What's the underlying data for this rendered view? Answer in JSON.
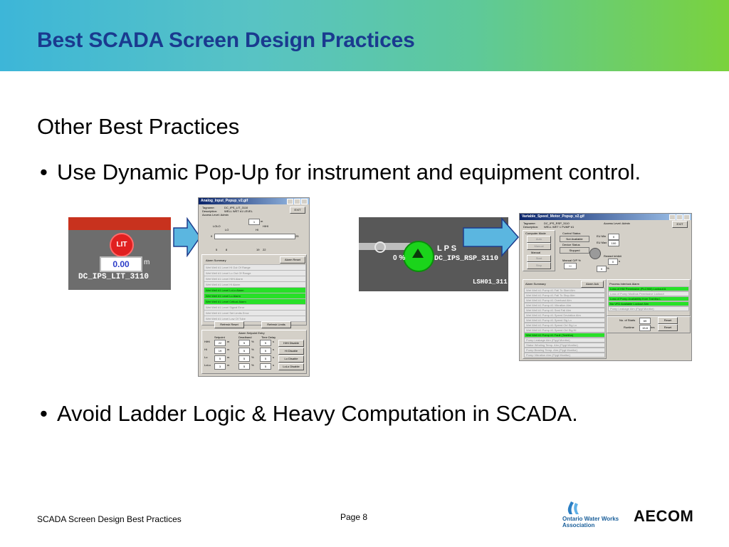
{
  "slide": {
    "title": "Best SCADA Screen Design Practices",
    "subtitle": "Other Best Practices",
    "bullets": [
      "Use Dynamic Pop-Up for instrument and equipment control.",
      "Avoid Ladder Logic & Heavy Computation in SCADA."
    ],
    "bullet_char": "•"
  },
  "thumb_analog": {
    "badge": "LIT",
    "value": "0.00",
    "unit": "m",
    "tag": "DC_IPS_LIT_3110"
  },
  "thumb_pump": {
    "label": "L P S",
    "percent": "0 %",
    "tag": "DC_IPS_RSP_3110",
    "tag2": "LSH01_311"
  },
  "popup_analog": {
    "title": "Analog_Input_Popup_v2.gif",
    "tagname_label": "Tagname:",
    "tagname": "DC_IPS_LIT_3110",
    "description_label": "Description:",
    "description": "WELL WET #1 LEVEL",
    "access_level": "Access Level: Admin",
    "exit": "EXIT",
    "units": "m",
    "lolo": "LOLO",
    "lo": "LO",
    "hi": "HI",
    "hihi": "HIHI",
    "scale_min": "0",
    "scale_max": "25",
    "marks": [
      "5",
      "8",
      "19",
      "22"
    ],
    "value": "1",
    "alarm_summary": "Alarm Summary",
    "alarm_reset": "Alarm Reset",
    "alarms": [
      {
        "text": "Wet Well #1 Level Hi Out Of Range",
        "active": false
      },
      {
        "text": "Wet Well #1 Level Lo Out Of Range",
        "active": false
      },
      {
        "text": "Wet Well #1 Level HiHi Alarm",
        "active": false
      },
      {
        "text": "Wet Well #1 Level Hi Alarm",
        "active": false
      },
      {
        "text": "Wet Well #1 Level LoLo Alarm",
        "active": true
      },
      {
        "text": "Wet Well #1 Level Lo Alarm",
        "active": true
      },
      {
        "text": "Wet Well #1 Level Critical Alarm",
        "active": true
      },
      {
        "text": "Wet Well #1 Level Signal Error",
        "active": false
      },
      {
        "text": "Wet Well #1 Level Set Limits Error",
        "active": false
      },
      {
        "text": "Wet Well #1 Level Low Of Tube",
        "active": false
      }
    ],
    "refresh_reset": "Refresh Reset",
    "refresh_limits": "Refresh Limits",
    "setpoint_entry": "Alarm Setpoint Entry",
    "col_setpoint": "Setpoint",
    "col_deadband": "Deadband",
    "col_delay": "Time Delay",
    "setpoints": [
      {
        "name": "HiHi",
        "sp": "22",
        "db": "5",
        "td": "5",
        "btn": "HiHi Disable"
      },
      {
        "name": "Hi",
        "sp": "19",
        "db": "5",
        "td": "5",
        "btn": "Hi Disable"
      },
      {
        "name": "Lo",
        "sp": "5",
        "db": "5",
        "td": "5",
        "btn": "Lo Disable"
      },
      {
        "name": "LoLo",
        "sp": "3",
        "db": "5",
        "td": "5",
        "btn": "LoLo Disable"
      }
    ],
    "unit_m": "m",
    "unit_pct": "%",
    "unit_s": "s"
  },
  "popup_motor": {
    "title": "Variable_Speed_Motor_Popup_v2.gif",
    "tagname_label": "Tagname:",
    "tagname": "DC_IPS_RSP_3110",
    "description_label": "Description:",
    "description": "WELL WET 1 PUMP #1",
    "access_level": "Access Level: Admin",
    "exit": "EXIT",
    "computer_mode": "Computer Mode",
    "auto": "Auto",
    "manual_btn": "Manual",
    "manual": "Manual",
    "start": "Start",
    "stop": "Stop",
    "control_status": "Control Status",
    "not_available": "Not Available",
    "device_status": "Device Status",
    "stopped": "Stopped",
    "manual_op": "Manual O/P %",
    "manual_op_value": "50",
    "eu_min_label": "EU Min",
    "eu_min": "0",
    "eu_max_label": "EU Max",
    "eu_max": "100",
    "restart_inhibit": "Restart Inhibit",
    "restart_value": "0",
    "restart_unit": "s",
    "speed_value": "0",
    "speed_unit": "%",
    "alarm_summary": "Alarm Summary",
    "alarm_ack": "Alarm Ack",
    "alarms": [
      {
        "text": "Wet Well #1 Pump #1 Fail To Start Alm",
        "active": false
      },
      {
        "text": "Wet Well #1 Pump #1 Fail To Stop Alm",
        "active": false
      },
      {
        "text": "Wet Well #1 Pump #1 Overload Alm",
        "active": false
      },
      {
        "text": "Wet Well #1 Pump #1 Vibration Alm",
        "active": false
      },
      {
        "text": "Wet Well #1 Pump #1 Seal Fail Alm",
        "active": false
      },
      {
        "text": "Wet Well #1 Pump #1 Speed Deviation Alm",
        "active": false
      },
      {
        "text": "Wet Well #1 Pump #1 Speed Sig Lo",
        "active": false
      },
      {
        "text": "Wet Well #1 Pump #1 Speed Ctrl Sig Lo",
        "active": false
      },
      {
        "text": "Wet Well #1 Pump #1 Speed Ctrl Sig Hi",
        "active": false
      },
      {
        "text": "Wet Well #1 Pump #1 Fault (Toshiba)",
        "active": true
      },
      {
        "text": "Pump Leakage Alm (Flygt Monitor)",
        "active": false
      },
      {
        "text": "Stator Winding Temp. Alm (Flygt Monitor)",
        "active": false
      },
      {
        "text": "Pump Bearing Temp. Alm (Flygt Monitor)",
        "active": false
      },
      {
        "text": "Pump Vibration Alm (Flygt Monitor)",
        "active": false
      }
    ],
    "interlock_title": "Process Interlock Alarm",
    "interlocks": [
      {
        "text": "Loss of HW Permissive (PLC900) Lockout A",
        "active": true
      },
      {
        "text": "Loss of Pump Modbus Permissive Lockout",
        "active": false
      },
      {
        "text": "Loss of Pump Availability from Toshiba L",
        "active": true
      },
      {
        "text": "No VFD Available Lockout Alm",
        "active": true
      },
      {
        "text": "Pump Leakage Alm (Flygt Monitor)",
        "active": false
      }
    ],
    "starts_label": "No. of Starts",
    "starts_value": "69",
    "runtime_label": "Runtime",
    "runtime_value": "15.8",
    "runtime_unit": "hrs",
    "reset": "Reset"
  },
  "footer": {
    "left": "SCADA Screen Design Best Practices",
    "page": "Page 8",
    "owwa": "Ontario Water Works Association",
    "aecom": "AECOM"
  },
  "colors": {
    "title": "#1a3a8f",
    "arrow_fill": "#5bb6e0",
    "alarm_active": "#28e028"
  }
}
